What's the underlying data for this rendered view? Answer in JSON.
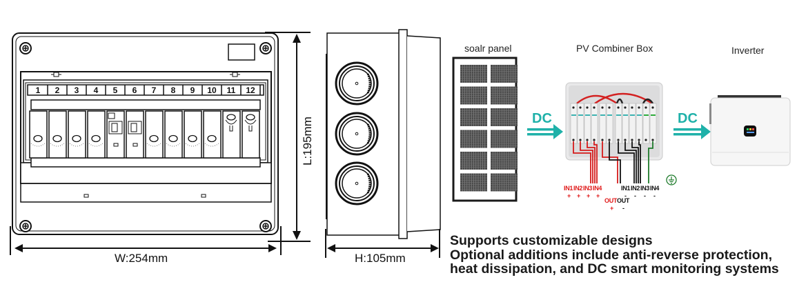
{
  "front_view": {
    "breaker_numbers": [
      "1",
      "2",
      "3",
      "4",
      "5",
      "6",
      "7",
      "8",
      "9",
      "10",
      "11",
      "12"
    ],
    "width_label": "W:254mm",
    "length_label": "L:195mm"
  },
  "side_view": {
    "height_label": "H:105mm",
    "gland_count": 3
  },
  "schematic": {
    "solar_panel_title": "soalr panel",
    "combiner_title": "PV Combiner Box",
    "inverter_title": "Inverter",
    "arrow_label_1": "DC",
    "arrow_label_2": "DC",
    "positive_inputs": [
      "IN1",
      "IN2",
      "IN3",
      "IN4"
    ],
    "positive_sign": "+",
    "negative_inputs": [
      "IN1",
      "IN2",
      "IN3",
      "IN4"
    ],
    "negative_sign": "-",
    "out_positive": "OUT",
    "out_negative": "OUT",
    "ground_symbol": "earth-ground",
    "colors": {
      "accent": "#1fb1a9",
      "positive_wire": "#d51a1a",
      "negative_wire": "#111111",
      "ground_wire": "#1d7a2a"
    }
  },
  "description": {
    "lines": [
      "Supports customizable designs",
      "Optional additions include anti-reverse protection,",
      "heat dissipation, and DC smart monitoring systems"
    ]
  }
}
